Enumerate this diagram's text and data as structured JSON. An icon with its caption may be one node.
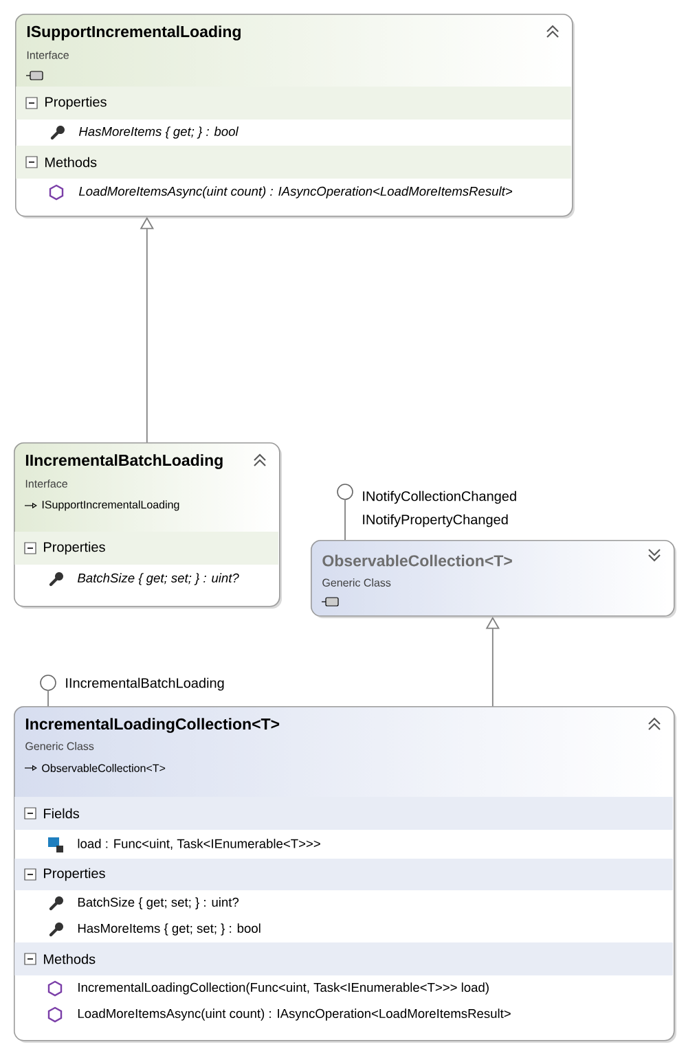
{
  "diagram": {
    "nodes": [
      {
        "text": [
          "ISupportIncrementalLoading",
          "Interface",
          "Properties",
          "HasMoreItems { get; } : bool",
          "Methods",
          "LoadMoreItemsAsync(uint count) : IAsyncOperation<LoadMoreItemsResult>"
        ]
      },
      {
        "text": [
          "IIncrementalBatchLoading",
          "Interface",
          "ISupportIncrementalLoading",
          "Properties",
          "BatchSize { get; set; } : uint?"
        ]
      },
      {
        "text": [],
        "shape": "circle",
        "beside": [
          "INotifyCollectionChanged",
          "INotifyPropertyChanged"
        ]
      },
      {
        "text": [
          "ObservableCollection<T>",
          "Generic Class"
        ]
      },
      {
        "text": [],
        "shape": "circle",
        "beside": [
          "IIncrementalBatchLoading"
        ]
      },
      {
        "text": [
          "IncrementalLoadingCollection<T>",
          "Generic Class",
          "ObservableCollection<T>",
          "Fields",
          "load : Func<uint, Task<IEnumerable<T>>>",
          "Properties",
          "BatchSize { get; set; } : uint?",
          "HasMoreItems { get; set; } : bool",
          "Methods",
          "IncrementalLoadingCollection(Func<uint, Task<IEnumerable<T>>> load)",
          "LoadMoreItemsAsync(uint count) : IAsyncOperation<LoadMoreItemsResult>"
        ]
      }
    ],
    "edges": [
      {
        "from": 1,
        "to": 0,
        "arrow": "to"
      },
      {
        "from": 3,
        "to": 2,
        "arrow": "none"
      },
      {
        "from": 5,
        "to": 3,
        "arrow": "to"
      },
      {
        "from": 5,
        "to": 4,
        "arrow": "none"
      }
    ]
  }
}
